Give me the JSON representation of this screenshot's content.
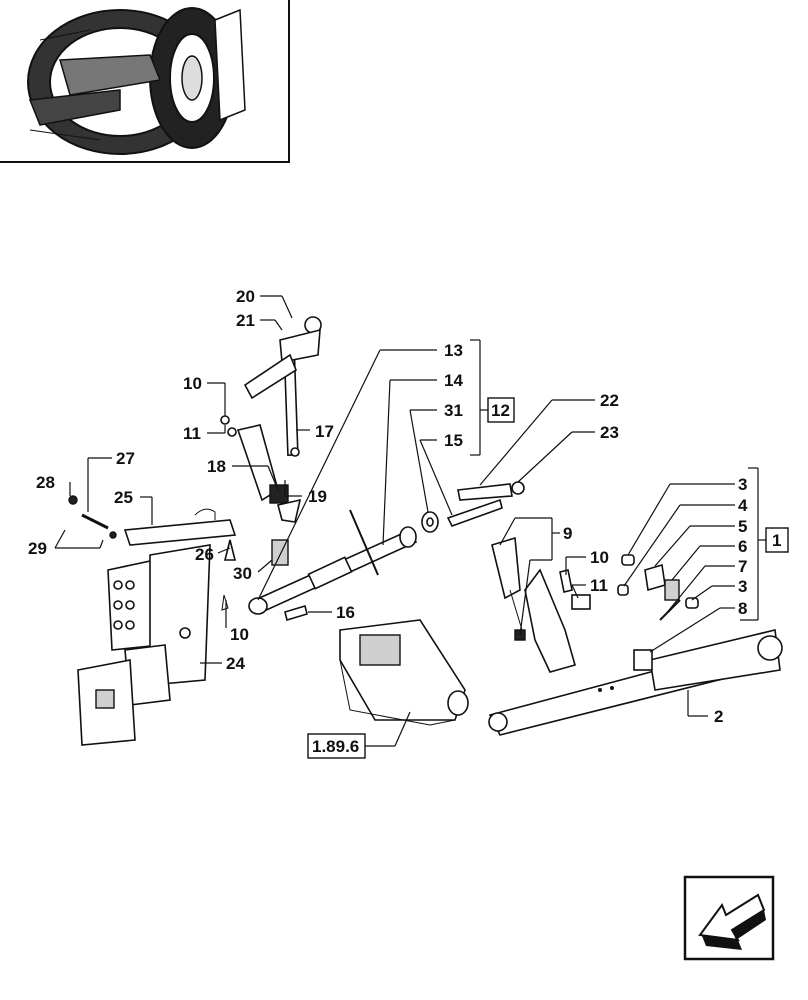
{
  "callouts": {
    "c1": "1",
    "c2": "2",
    "c3a": "3",
    "c3b": "3",
    "c4": "4",
    "c5": "5",
    "c6": "6",
    "c7": "7",
    "c8": "8",
    "c9": "9",
    "c10a": "10",
    "c10b": "10",
    "c10c": "10",
    "c11a": "11",
    "c11b": "11",
    "c12": "12",
    "c13": "13",
    "c14": "14",
    "c15": "15",
    "c16": "16",
    "c17": "17",
    "c18": "18",
    "c19": "19",
    "c20": "20",
    "c21": "21",
    "c22": "22",
    "c23": "23",
    "c24": "24",
    "c25": "25",
    "c26": "26",
    "c27": "27",
    "c28": "28",
    "c29": "29",
    "c30": "30",
    "c31": "31",
    "ref": "1.89.6"
  },
  "icons": {
    "thumbnail": "tractor-rear-wheel-thumbnail",
    "nav": "back-arrow-icon"
  }
}
